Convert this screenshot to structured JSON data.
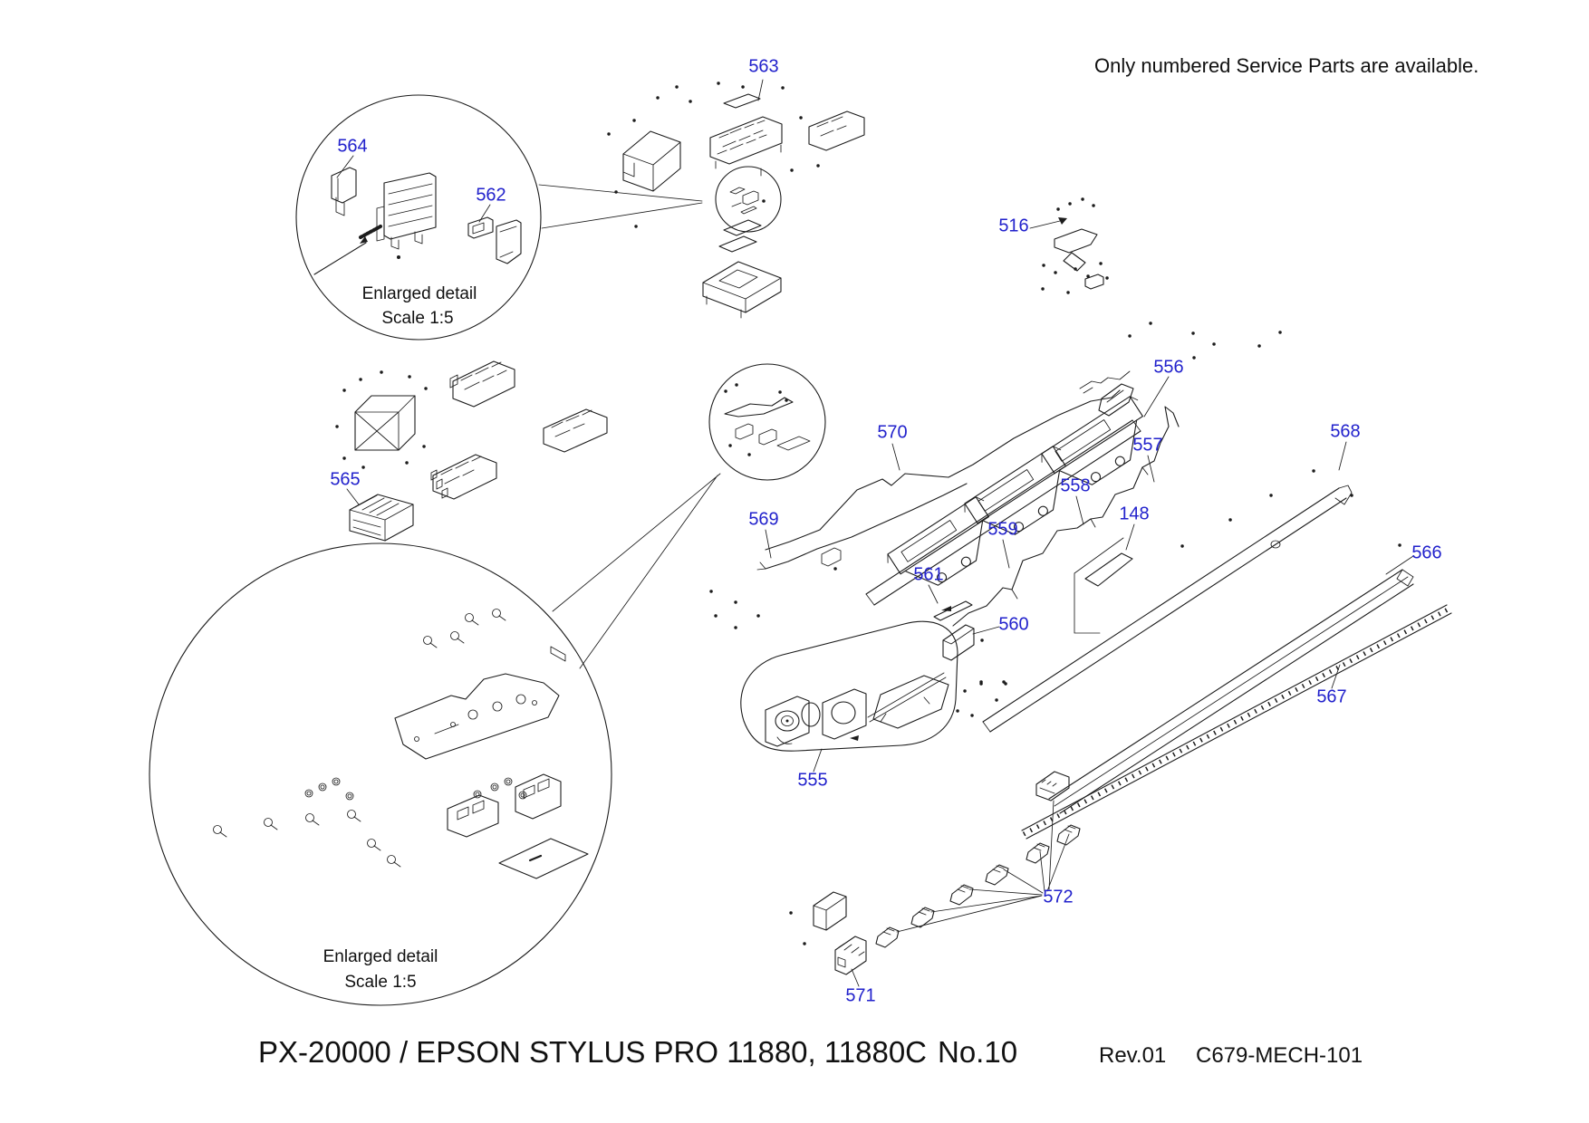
{
  "note": "Only numbered Service Parts are available.",
  "colors": {
    "label_blue": "#2222cc",
    "line_black": "#1c1c1c",
    "background": "#ffffff"
  },
  "detail_circles": {
    "top": {
      "title": "Enlarged detail",
      "scale": "Scale 1:5"
    },
    "bottom": {
      "title": "Enlarged detail",
      "scale": "Scale 1:5"
    }
  },
  "part_labels": [
    {
      "text": "563"
    },
    {
      "text": "564"
    },
    {
      "text": "562"
    },
    {
      "text": "516"
    },
    {
      "text": "556"
    },
    {
      "text": "570"
    },
    {
      "text": "557"
    },
    {
      "text": "568"
    },
    {
      "text": "565"
    },
    {
      "text": "558"
    },
    {
      "text": "148"
    },
    {
      "text": "569"
    },
    {
      "text": "559"
    },
    {
      "text": "566"
    },
    {
      "text": "561"
    },
    {
      "text": "560"
    },
    {
      "text": "567"
    },
    {
      "text": "555"
    },
    {
      "text": "572"
    },
    {
      "text": "571"
    }
  ],
  "footer": {
    "model": "PX-20000 / EPSON STYLUS PRO 11880, 11880C",
    "page_no": "No.10",
    "revision": "Rev.01",
    "doc_code": "C679-MECH-101"
  }
}
